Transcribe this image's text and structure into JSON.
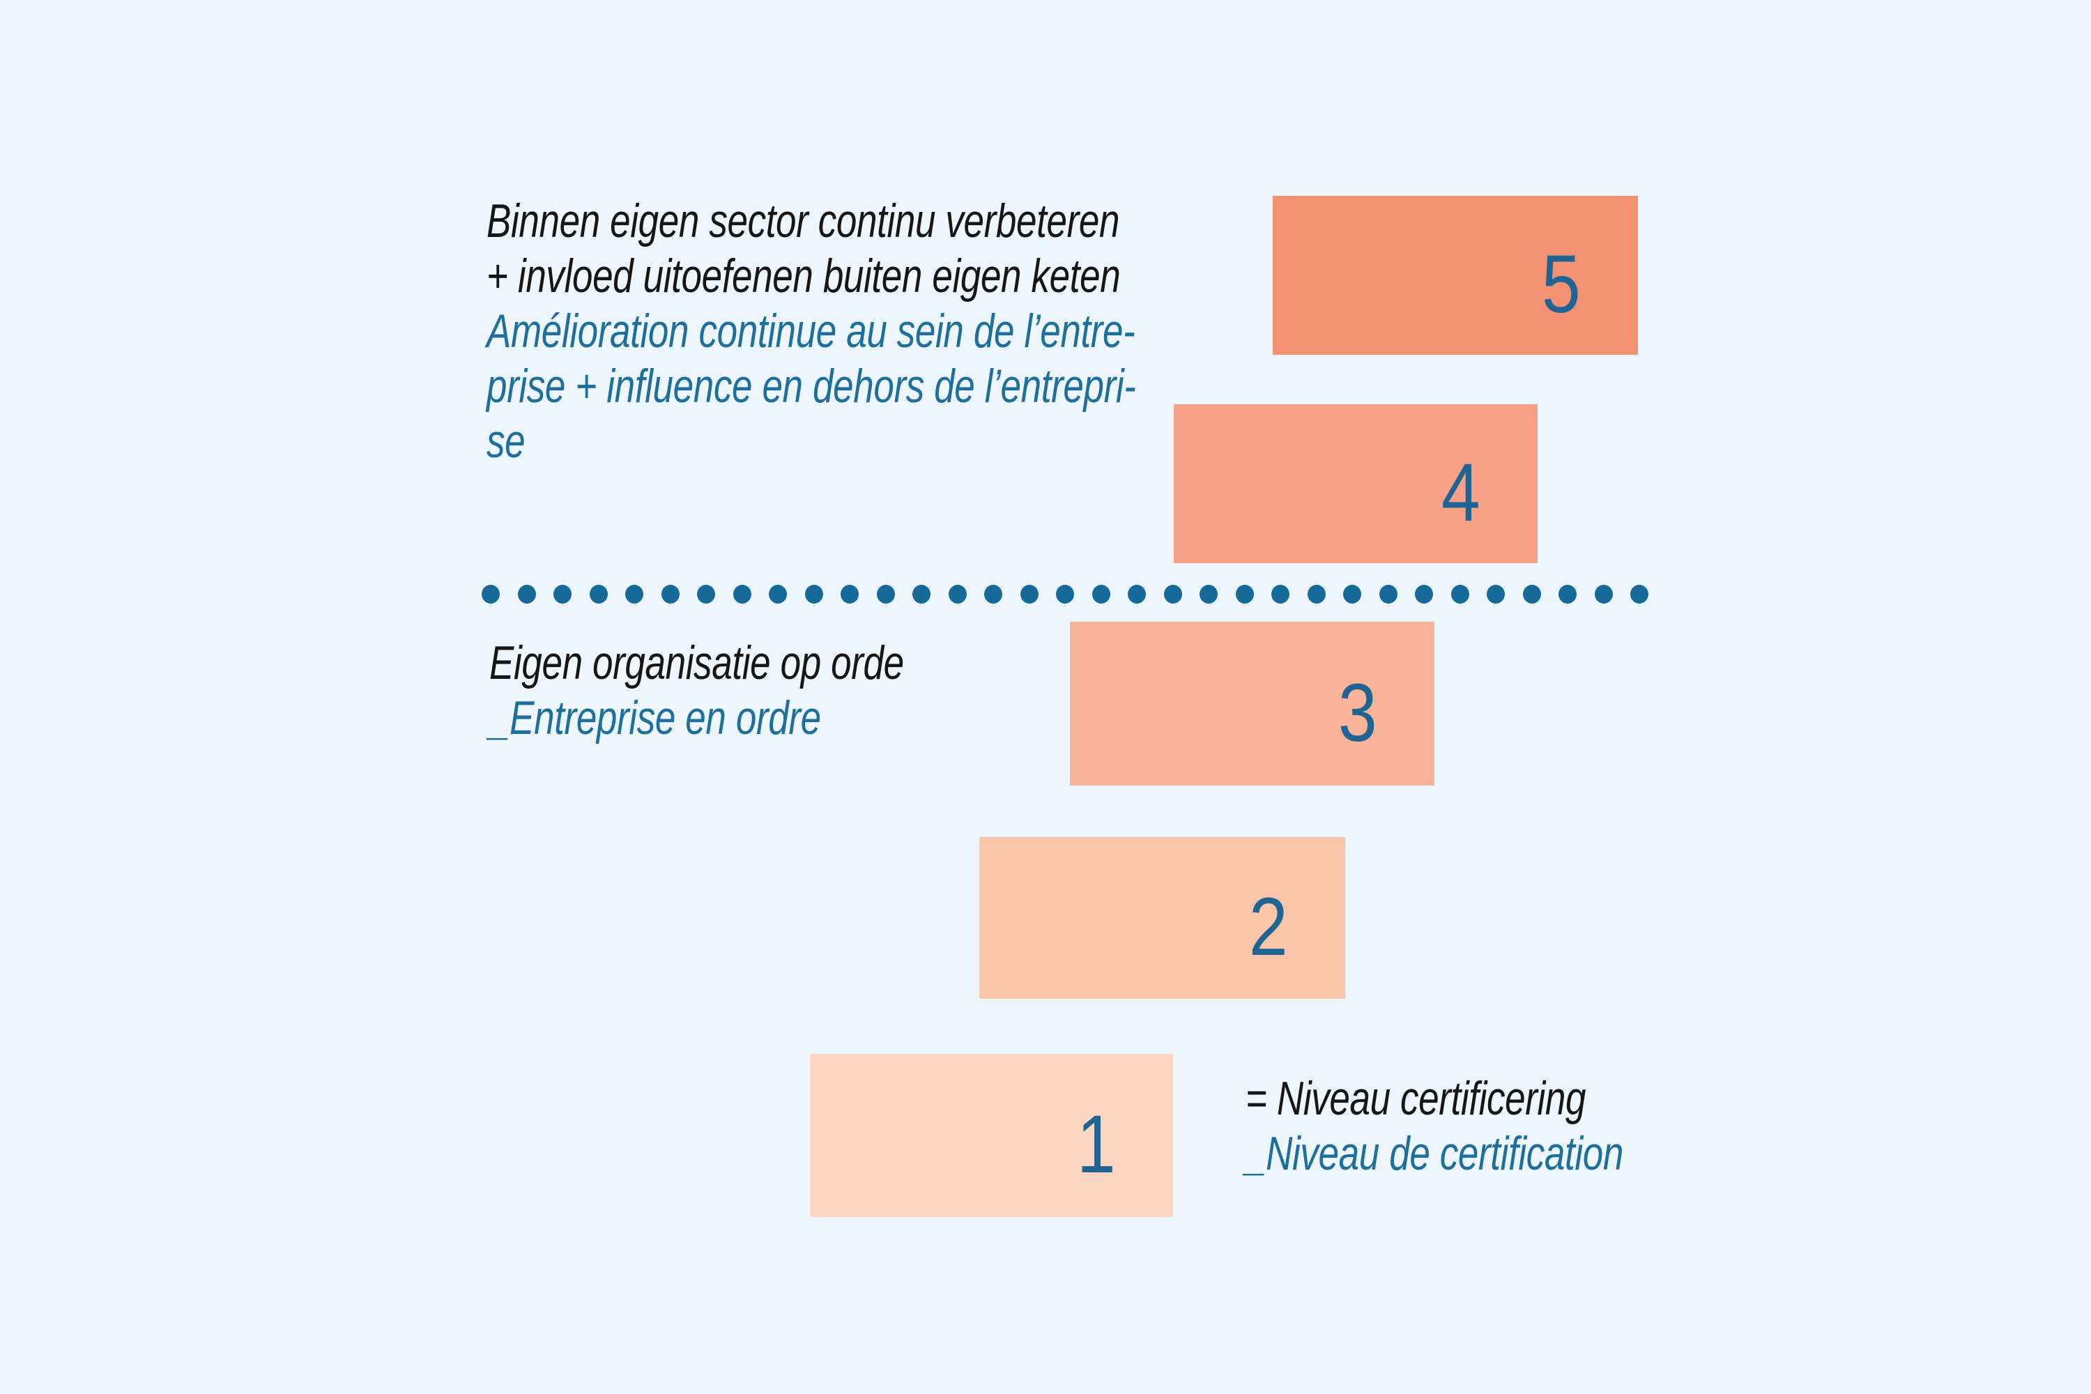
{
  "canvas": {
    "background": "#edf6fc"
  },
  "palette": {
    "text_black": "#161616",
    "text_blue": "#1e6f9c",
    "digit_blue": "#1f6492",
    "dot_blue": "#156a9a"
  },
  "notes": {
    "top": [
      {
        "text": "Binnen eigen sector continu verbeteren",
        "color": "black"
      },
      {
        "text": "+ invloed uitoefenen buiten eigen keten",
        "color": "black"
      },
      {
        "text": "Amélioration continue au sein de l’entre-",
        "color": "blue"
      },
      {
        "text": "prise + influence en dehors de l’entrepri-",
        "color": "blue"
      },
      {
        "text": "se",
        "color": "blue"
      }
    ],
    "middle": [
      {
        "text": "Eigen organisatie op orde",
        "color": "black"
      },
      {
        "text": "_Entreprise en ordre",
        "color": "blue"
      }
    ],
    "legend": [
      {
        "text": "= Niveau certificering",
        "color": "black"
      },
      {
        "text": "_Niveau de certification",
        "color": "blue"
      }
    ]
  },
  "levels": [
    {
      "label": "5",
      "color": "#f29273"
    },
    {
      "label": "4",
      "color": "#f7a287"
    },
    {
      "label": "3",
      "color": "#f9b398"
    },
    {
      "label": "2",
      "color": "#fbc5ac"
    },
    {
      "label": "1",
      "color": "#fcd6c1"
    }
  ],
  "separator": {
    "dot_count": 33
  }
}
